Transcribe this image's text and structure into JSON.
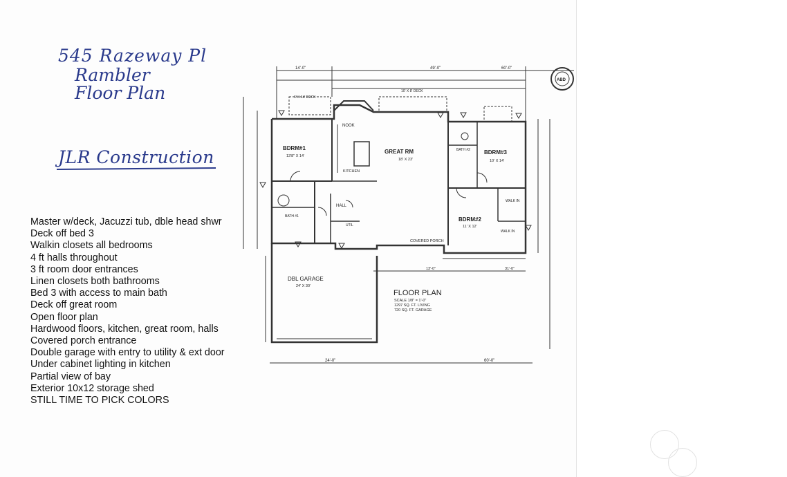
{
  "header": {
    "address": "545 Razeway Pl",
    "style": "Rambler",
    "doc": "Floor Plan",
    "builder": "JLR Construction"
  },
  "features": [
    "Master w/deck, Jacuzzi tub, dble head shwr",
    "Deck off bed 3",
    "Walkin closets all bedrooms",
    "4 ft halls throughout",
    "3 ft room door entrances",
    "Linen closets both bathrooms",
    "Bed 3 with access to main bath",
    "Deck off great room",
    "Open floor plan",
    "Hardwood floors, kitchen, great room, halls",
    "Covered porch entrance",
    "Double garage with entry to utility & ext door",
    "Under cabinet lighting in kitchen",
    "Partial view of bay",
    "Exterior 10x12 storage shed",
    "STILL TIME TO PICK COLORS"
  ],
  "plan": {
    "rooms": {
      "bdrm1": "BDRM#1",
      "bdrm1_size": "13'8\" X 14'",
      "nook": "NOOK",
      "great_rm": "GREAT RM",
      "great_rm_size": "18' X 23'",
      "kitchen": "KITCHEN",
      "bdrm3": "BDRM#3",
      "bdrm3_size": "10' X 14'",
      "bdrm2": "BDRM#2",
      "bdrm2_size": "11' X 12'",
      "hall": "HALL",
      "util": "UTIL",
      "bath1": "BATH #1",
      "bath2": "BATH #2",
      "walk_in_1": "WALK IN",
      "walk_in_2": "WALK IN",
      "covered_porch": "COVERED PORCH",
      "garage": "DBL GARAGE",
      "garage_size": "24' X 30'"
    },
    "title": "FLOOR PLAN",
    "scale": "SCALE 1/8\" = 1'-0\"",
    "living_area": "1297 SQ. FT. LIVING",
    "garage_area": "720 SQ. FT. GARAGE",
    "dims": {
      "top_a": "14'-0\"",
      "top_b": "49'-0\"",
      "top_c": "60'-0\"",
      "bottom_a": "24'-0\"",
      "bottom_b": "60'-0\"",
      "mid_a": "13'-0\"",
      "mid_b": "31'-0\"",
      "deck_a": "10' X 8' DECK",
      "deck_b": "6' X 14' DECK"
    },
    "logo_text": "ABD"
  }
}
